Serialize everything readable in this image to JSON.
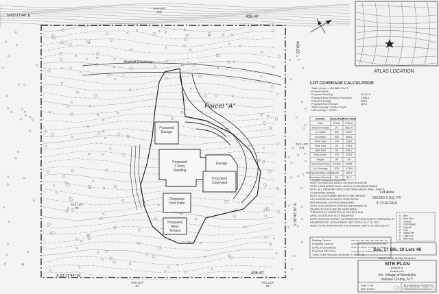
{
  "bearings": {
    "north_line": "N 63°17'44\" E",
    "north_dist": "406.40'",
    "east_dist": "400.00'",
    "east_bearing": "S 36°42'16\" E",
    "south_line": "S 53°17'44\" W",
    "south_dist": "406.40'"
  },
  "roads": {
    "asphalt": "Asphalt Roadway"
  },
  "parcel": "Parcel \"A\"",
  "buildings": {
    "proposed_garage": "Proposed\nGarage",
    "two_story_dwelling": "Proposed\n2 Story\nDwelling",
    "garage": "Garage",
    "courtyard": "Proposed\nCourtyard",
    "pool_patio": "Proposed\nPool Patio",
    "rear_terrace": "Proposed\nRear\nTerrace"
  },
  "tax_lots": {
    "tl1": "TAX LOT\n#10",
    "tl2": "TAX LOT\n#11",
    "tl3": "TAX LOT\n#9",
    "tl4": "TAX LOT\n#1",
    "tl5": "TAX LOT\n#8"
  },
  "atlas": {
    "title": "ATLAS LOCATION"
  },
  "coverage": {
    "title": "LOT COVERAGE CALCULATION",
    "lines": [
      "Total Lot Area = 162,580.1 Sq.Ft.",
      "Proposed Area",
      "Proposed Dwelling",
      "Proposed Rear Terrace & Pool Area",
      "Proposed Garage",
      "Proposed Front Terrace",
      "Total Coverage = 8,604.3 Sq.Ft.",
      "Lot Coverage = 5.29%"
    ],
    "values": [
      "",
      "",
      "11,191.5",
      "2,968.4",
      "969.4",
      "467.1",
      "",
      ""
    ]
  },
  "zoning": {
    "headers": [
      "ZONING",
      "REQUIRED",
      "PROPOSED"
    ],
    "rows": [
      [
        "Area",
        "2.0 ac",
        "3.73 ac"
      ],
      [
        "Street Frontage",
        "50'",
        "266.00'"
      ],
      [
        "Lot Width",
        "200'",
        "400.0'"
      ],
      [
        "Lot Depth",
        "200'",
        "406.4'"
      ],
      [
        "Front Yard",
        "100'",
        "159.6'"
      ],
      [
        "Rear Yard",
        "50'",
        "178.8'"
      ],
      [
        "Side Yard",
        "50'",
        "100.1'"
      ],
      [
        "Both Sides",
        "100'",
        "203.5'"
      ],
      [
        "Height",
        "35'",
        "28'"
      ],
      [
        "Gross Floor Area",
        "12,000",
        "8,695"
      ],
      [
        "Lot Coverage",
        "10%",
        "5.29%"
      ],
      [
        "Principal Dwelling Setback",
        "100'",
        "159.6'"
      ],
      [
        "Accessory Structure",
        "50'",
        "55.4'"
      ]
    ],
    "footnote": "ZONED: Residence District RB"
  },
  "notes": [
    "NOTE: ELEVATIONS BASED ON NAVD 88 DATUM",
    "NOTE: LAWN AREAS SHALL HAVE A 2% MINIMUM GRADE",
    "NOTE: ALL DRIVEWAY AND COURTYARD AREAS SHALL HAVE A",
    "      1% MINIMUM GRADE",
    "NOTE: ALL DISTURBED AREAS TO BE SEEDED",
    "      OR PLANTED WITH NATIVE VEGETATION",
    "      PER EROSION CONTROL MEASURES",
    "NOTE: SOIL EROSION CONTROL MEASURES TO",
    "      REMAIN IN PLACE AND BE MAINTAINED",
    "      THROUGHOUT DURATION OF PROJECT AND",
    "      UNTIL VEGETATION IS ESTABLISHED",
    "NOTE: EXISTING SURVEY INFORMATION FROM SURVEY PREPARED BY",
    "      HAUBENSTOCK, HOSS & BAER LAST DATED JULY 26, 2013",
    "NOTE: TOTAL AREA WITHIN THE GRADING LIMIT IS 41,084.3 SQ. FT."
  ],
  "lot_area": {
    "label": "Lot Area",
    "sqft": "162580.1 SQ. FT.",
    "acres": "3.73 ACRES"
  },
  "legend_right": [
    "Elev.",
    "Spot Elev.",
    "Contour",
    "Catch Basin",
    "Drywell",
    "Tree",
    "Utility Pole",
    "Light Pole",
    "Silt Fence"
  ],
  "legend_box": [
    "Existing Contour",
    "Proposed Contour",
    "Limits of Disturbance",
    "Proposed Silt Fence",
    "Trees To Be Removed As Shown X Total = 32"
  ],
  "section_block": {
    "text": "Sec. 17  Blk. 10  Lots 48",
    "sub": "Nassau County Tax Map Designation"
  },
  "title_block": {
    "title": "SITE PLAN",
    "prepared_for": "prepared for",
    "location_line": "located in the",
    "municipality": "Inc. Village of Brookville",
    "county": "Nassau County, N.Y.",
    "firm": "BLACKMAN & FRAZETTA",
    "firm_sub": "Engineers & Land Surveyors",
    "scale": "Scale: 1\"=40'",
    "date": "Date: 11/2014"
  },
  "watermark": "OneKey® MLS"
}
